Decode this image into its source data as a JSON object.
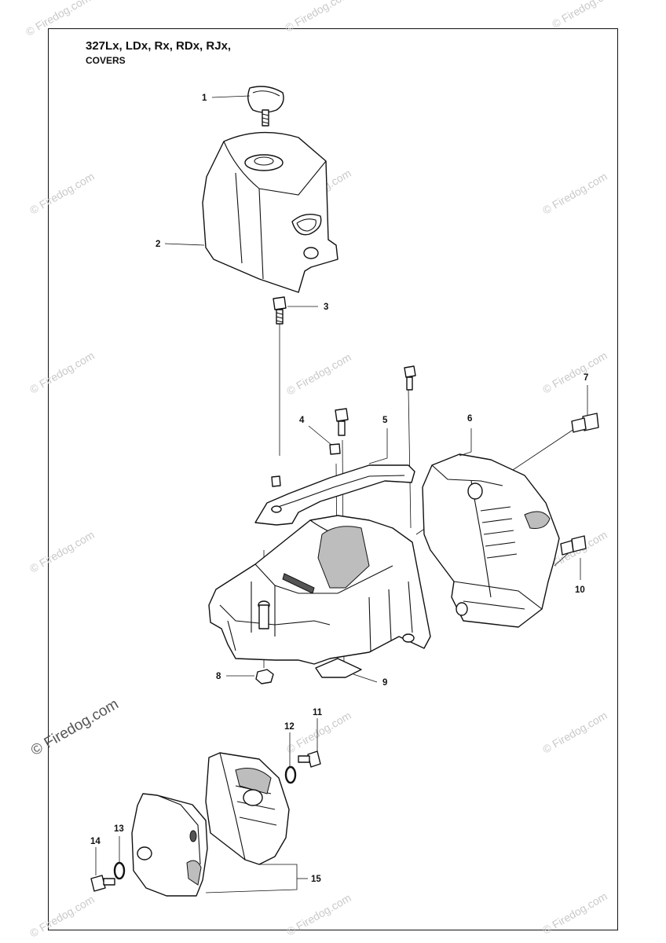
{
  "header": {
    "models": "327Lx, LDx, Rx, RDx, RJx,",
    "section": "COVERS"
  },
  "watermark": {
    "text": "© Firedog.com"
  },
  "callouts": [
    {
      "id": "1",
      "label": "1"
    },
    {
      "id": "2",
      "label": "2"
    },
    {
      "id": "3",
      "label": "3"
    },
    {
      "id": "4",
      "label": "4"
    },
    {
      "id": "5",
      "label": "5"
    },
    {
      "id": "6",
      "label": "6"
    },
    {
      "id": "7",
      "label": "7"
    },
    {
      "id": "8",
      "label": "8"
    },
    {
      "id": "9",
      "label": "9"
    },
    {
      "id": "10",
      "label": "10"
    },
    {
      "id": "11",
      "label": "11"
    },
    {
      "id": "12",
      "label": "12"
    },
    {
      "id": "13",
      "label": "13"
    },
    {
      "id": "14",
      "label": "14"
    },
    {
      "id": "15",
      "label": "15"
    }
  ]
}
